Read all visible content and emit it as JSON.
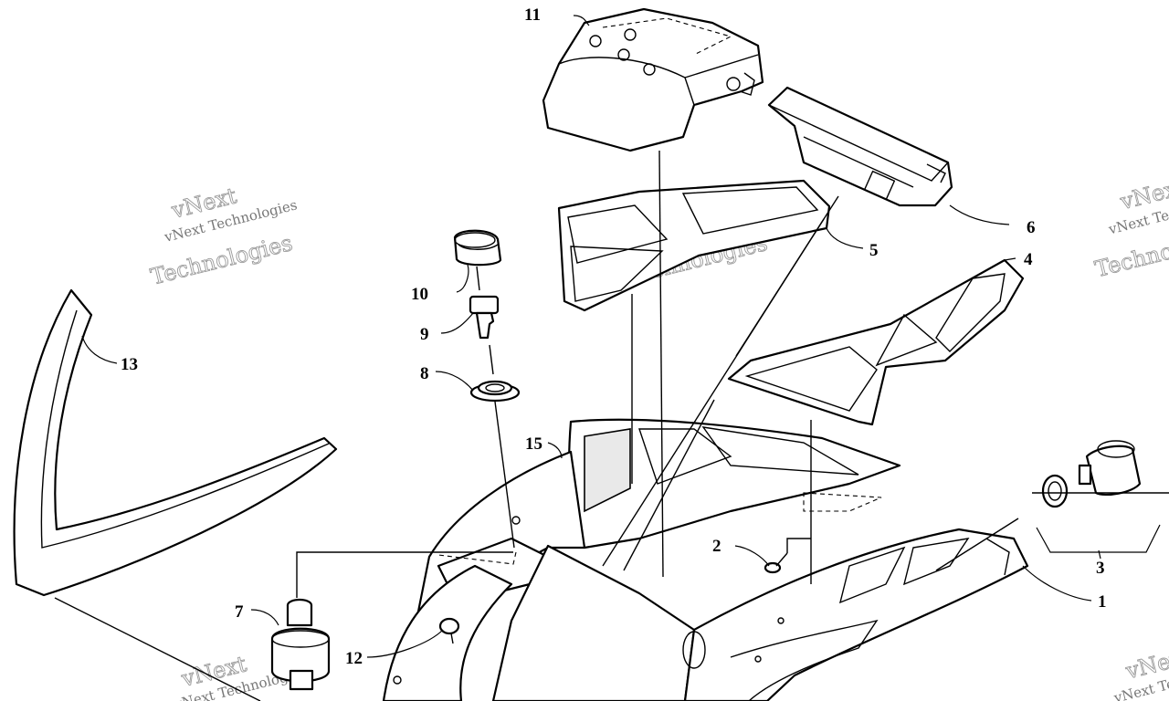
{
  "callouts": {
    "c1": "1",
    "c2": "2",
    "c3": "3",
    "c4": "4",
    "c5": "5",
    "c6": "6",
    "c7": "7",
    "c8": "8",
    "c9": "9",
    "c10": "10",
    "c11": "11",
    "c12": "12",
    "c13": "13",
    "c15": "15"
  },
  "watermark": {
    "line1": "vNext",
    "line2": "vNext Technologies",
    "line3": "Technologies"
  }
}
